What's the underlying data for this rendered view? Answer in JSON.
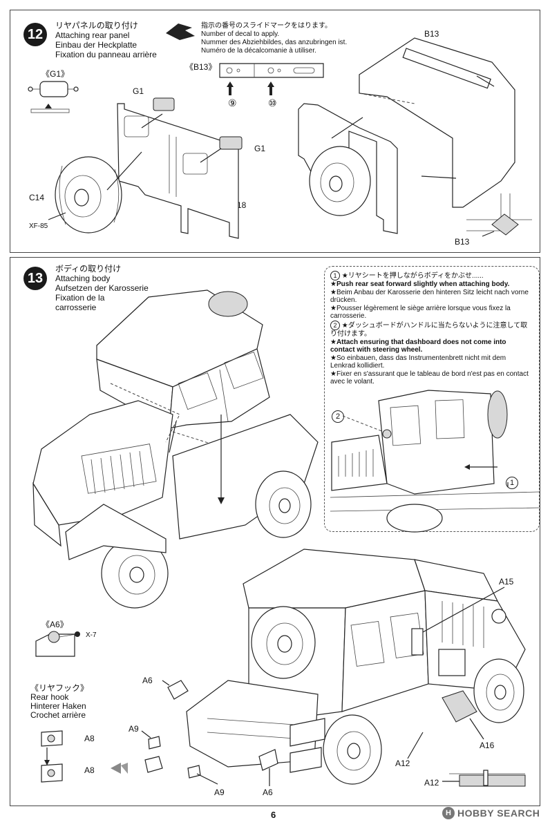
{
  "step12": {
    "number": "12",
    "title_ja": "リヤパネルの取り付け",
    "title_en": "Attaching rear panel",
    "title_de": "Einbau der Heckplatte",
    "title_fr": "Fixation du panneau arrière",
    "decal_note_ja": "指示の番号のスライドマークをはります。",
    "decal_note_en": "Number of decal to apply.",
    "decal_note_de": "Nummer des Abziehbildes, das anzubringen ist.",
    "decal_note_fr": "Numéro de la décalcomanie à utiliser.",
    "b13_label": "《B13》",
    "decal_9": "⑨",
    "decal_10": "⑩",
    "g1_label": "《G1》",
    "labels": {
      "g1_a": "G1",
      "g1_b": "G1",
      "c14": "C14",
      "xf85": "XF-85",
      "b18": "B18",
      "b13_top": "B13",
      "b13_bottom": "B13"
    }
  },
  "step13": {
    "number": "13",
    "title_ja": "ボディの取り付け",
    "title_en": "Attaching body",
    "title_de": "Aufsetzen der Karosserie",
    "title_fr_1": "Fixation de la",
    "title_fr_2": "carrosserie",
    "note1": {
      "num": "1",
      "ja": "★リヤシートを押しながらボディをかぶせ......",
      "en": "★Push rear seat forward slightly when attaching body.",
      "de": "★Beim Anbau der Karosserie den hinteren Sitz leicht nach vorne drücken.",
      "fr": "★Pousser légèrement le siège arrière lorsque vous fixez la carrosserie."
    },
    "note2": {
      "num": "2",
      "ja": "★ダッシュボードがハンドルに当たらないように注意して取り付けます。",
      "en": "★Attach ensuring that dashboard does not come into contact with steering wheel.",
      "de": "★So einbauen, dass das Instrumentenbrett nicht mit dem Lenkrad kollidiert.",
      "fr": "★Fixer en s'assurant que le tableau de bord n'est pas en contact avec le volant."
    },
    "callout_2": "2",
    "callout_1": "1",
    "a6_detail": "《A6》",
    "x7": "X-7",
    "rear_hook_ja": "《リヤフック》",
    "rear_hook_en": "Rear hook",
    "rear_hook_de": "Hinterer Haken",
    "rear_hook_fr": "Crochet arrière",
    "labels": {
      "a15": "A15",
      "a6_a": "A6",
      "a6_b": "A6",
      "a9_a": "A9",
      "a9_b": "A9",
      "a8_a": "A8",
      "a8_b": "A8",
      "a12_a": "A12",
      "a12_b": "A12",
      "a16": "A16"
    }
  },
  "footer": {
    "page_number": "6",
    "watermark": "HOBBY SEARCH",
    "watermark_mark": "H"
  }
}
